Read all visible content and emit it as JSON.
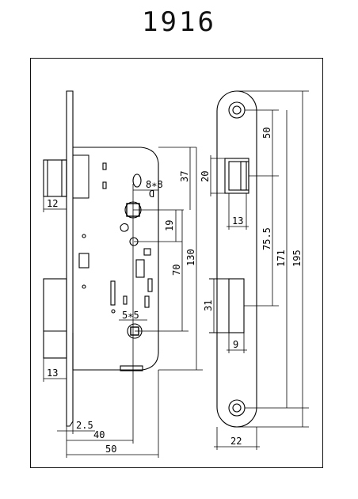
{
  "title": "1916",
  "dimensions": {
    "d37": "37",
    "d8x8": "8∗8",
    "dD": "D",
    "d19": "19",
    "d70": "70",
    "d130": "130",
    "d5x5": "5∗5",
    "d12": "12",
    "d13a": "13",
    "d2_5": "2.5",
    "d40": "40",
    "d50w": "50",
    "d20": "20",
    "d13b": "13",
    "d50h": "50",
    "d75_5": "75.5",
    "d171": "171",
    "d195": "195",
    "d31": "31",
    "d9": "9",
    "d22": "22"
  }
}
